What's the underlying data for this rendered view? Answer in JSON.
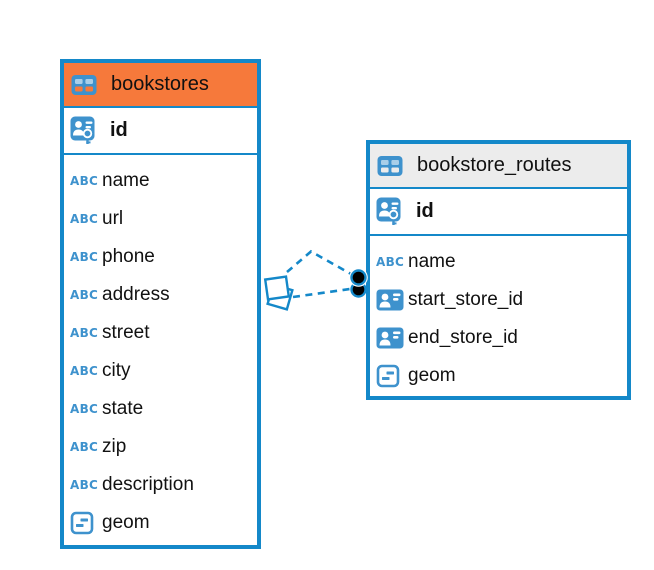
{
  "diagram": {
    "colors": {
      "accent_blue": "#1488C9",
      "icon_blue": "#3E92CD",
      "bookstores_header_bg": "#F6793B",
      "routes_header_bg": "#ECECEC",
      "row_text": "#111111",
      "canvas_bg": "#FFFFFF",
      "endpoint_dot": "#000000"
    },
    "type_icons": {
      "text_label": "ABC"
    },
    "tables": [
      {
        "name": "bookstores",
        "primary_key": {
          "label": "id",
          "type": "pk"
        },
        "columns": [
          {
            "label": "name",
            "type": "text"
          },
          {
            "label": "url",
            "type": "text"
          },
          {
            "label": "phone",
            "type": "text"
          },
          {
            "label": "address",
            "type": "text"
          },
          {
            "label": "street",
            "type": "text"
          },
          {
            "label": "city",
            "type": "text"
          },
          {
            "label": "state",
            "type": "text"
          },
          {
            "label": "zip",
            "type": "text"
          },
          {
            "label": "description",
            "type": "text"
          },
          {
            "label": "geom",
            "type": "geometry"
          }
        ]
      },
      {
        "name": "bookstore_routes",
        "primary_key": {
          "label": "id",
          "type": "pk"
        },
        "columns": [
          {
            "label": "name",
            "type": "text"
          },
          {
            "label": "start_store_id",
            "type": "reference"
          },
          {
            "label": "end_store_id",
            "type": "reference"
          },
          {
            "label": "geom",
            "type": "geometry"
          }
        ]
      }
    ],
    "relationship": {
      "between": [
        "bookstores",
        "bookstore_routes"
      ],
      "line_style": "dashed",
      "line_count": 2
    }
  }
}
